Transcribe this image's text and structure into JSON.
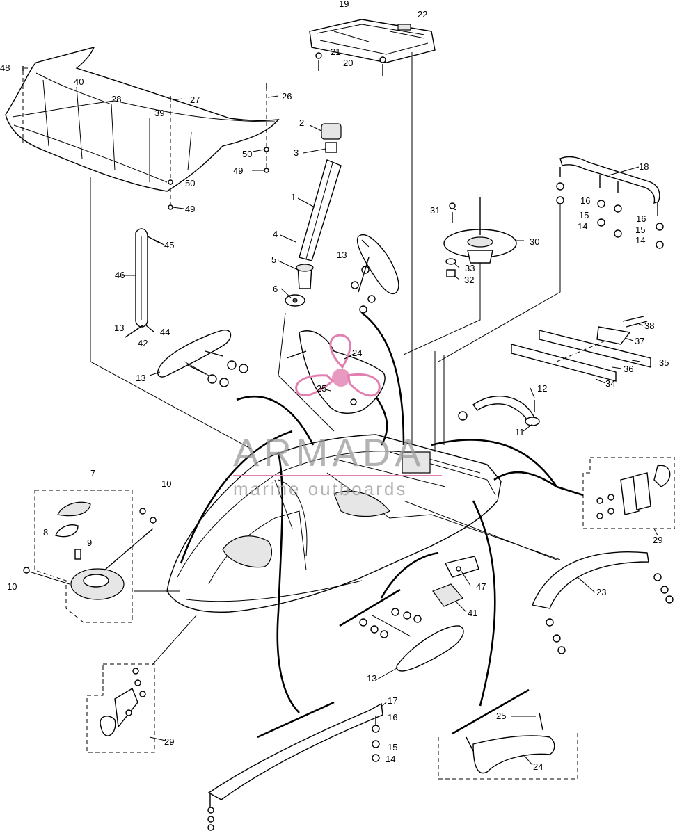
{
  "watermark": {
    "brand": "ARMADA",
    "tagline": "marine outboards",
    "logo_color": "#e27fb0",
    "text_color": "#9a9a9a"
  },
  "callouts": {
    "c1": "1",
    "c2": "2",
    "c3": "3",
    "c4": "4",
    "c5": "5",
    "c6": "6",
    "c7": "7",
    "c8": "8",
    "c9": "9",
    "c10a": "10",
    "c10b": "10",
    "c11": "11",
    "c12": "12",
    "c13a": "13",
    "c13b": "13",
    "c13c": "13",
    "c13d": "13",
    "c14a": "14",
    "c14b": "14",
    "c14c": "14",
    "c15a": "15",
    "c15b": "15",
    "c15c": "15",
    "c16a": "16",
    "c16b": "16",
    "c16c": "16",
    "c17": "17",
    "c18": "18",
    "c19": "19",
    "c20": "20",
    "c21": "21",
    "c22": "22",
    "c23": "23",
    "c24a": "24",
    "c24b": "24",
    "c25a": "25",
    "c25b": "25",
    "c26": "26",
    "c27": "27",
    "c28": "28",
    "c29a": "29",
    "c29b": "29",
    "c30": "30",
    "c31": "31",
    "c32": "32",
    "c33": "33",
    "c34": "34",
    "c35": "35",
    "c36": "36",
    "c37": "37",
    "c38": "38",
    "c39": "39",
    "c40": "40",
    "c41": "41",
    "c42": "42",
    "c44": "44",
    "c45": "45",
    "c46": "46",
    "c47": "47",
    "c48": "48",
    "c49a": "49",
    "c49b": "49",
    "c50a": "50",
    "c50b": "50"
  }
}
